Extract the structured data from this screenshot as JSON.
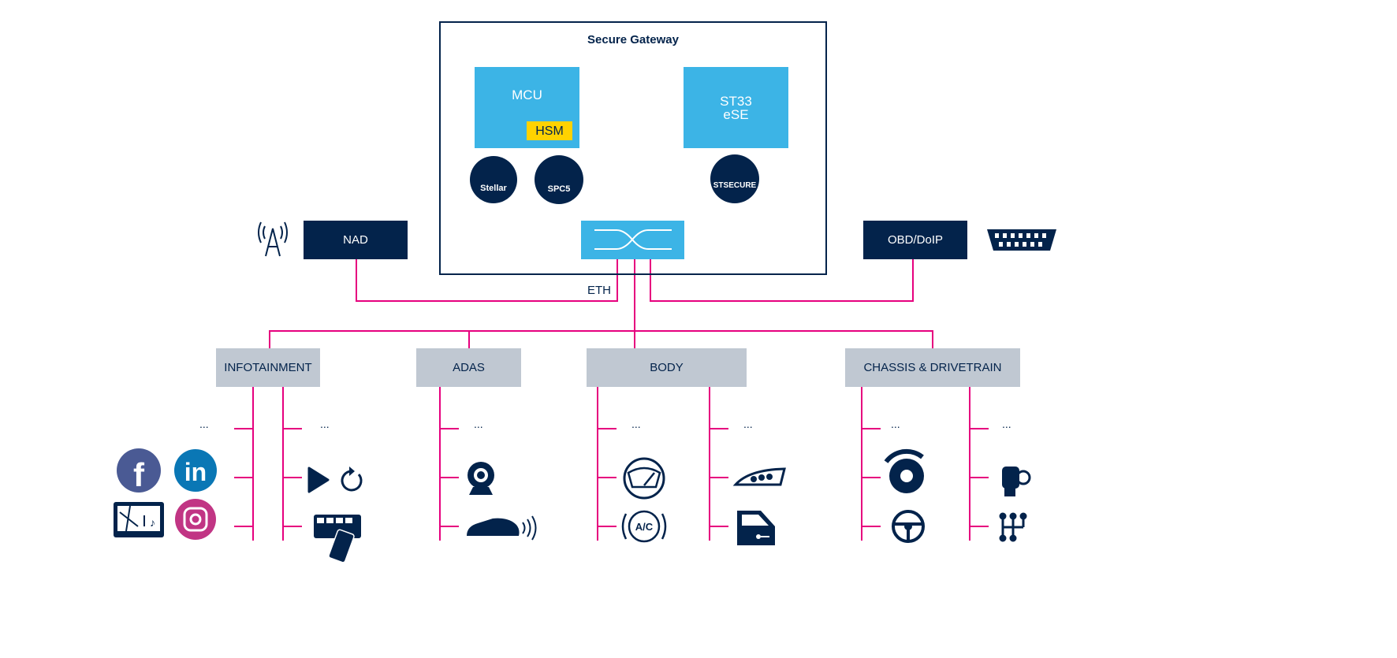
{
  "gateway": {
    "title": "Secure Gateway",
    "mcu": "MCU",
    "hsm": "HSM",
    "st33_line1": "ST33",
    "st33_line2": "eSE",
    "logos": {
      "stellar": "Stellar",
      "spc5": "SPC5",
      "stsecure": "STSECURE"
    }
  },
  "nad": "NAD",
  "obd": "OBD/DoIP",
  "eth": "ETH",
  "domains": [
    "INFOTAINMENT",
    "ADAS",
    "BODY",
    "CHASSIS & DRIVETRAIN"
  ],
  "ellipsis": "...",
  "colors": {
    "navy": "#03234b",
    "blue": "#3cb4e6",
    "yellow": "#ffd200",
    "magenta": "#e6007e",
    "grey": "#c0c8d2"
  },
  "icons": [
    "antenna-icon",
    "obd-connector-icon",
    "ethernet-switch-icon",
    "facebook-icon",
    "linkedin-icon",
    "navigation-music-icon",
    "instagram-icon",
    "play-icon",
    "refresh-icon",
    "dashboard-phone-icon",
    "camera-icon",
    "car-radar-icon",
    "windshield-wiper-icon",
    "ac-icon",
    "headlight-icon",
    "car-door-key-icon",
    "brake-disc-icon",
    "steering-wheel-icon",
    "transmission-icon",
    "gear-shift-icon"
  ]
}
